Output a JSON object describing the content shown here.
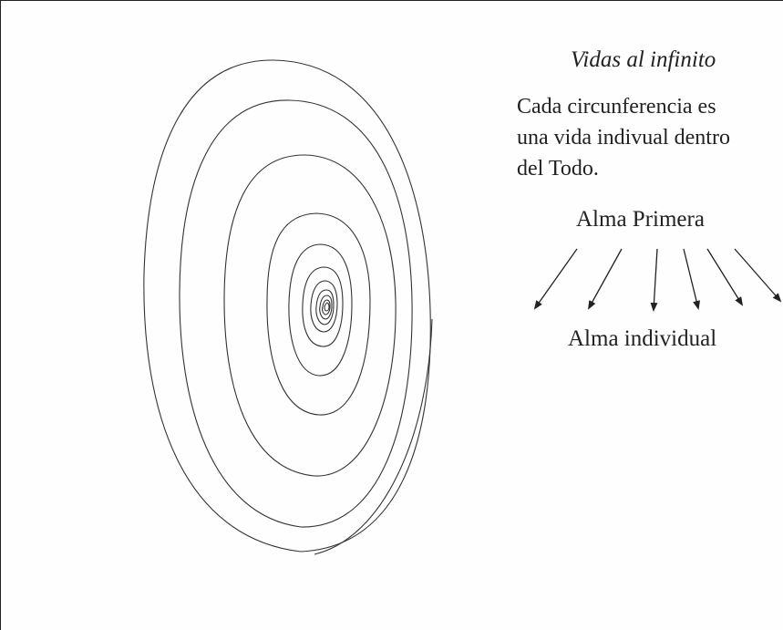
{
  "diagram": {
    "title": "Vidas al infinito",
    "description_lines": [
      "Cada circunferencia  es",
      "una vida indivual dentro",
      "del Todo."
    ],
    "source_label": "Alma Primera",
    "target_label": "Alma individual",
    "arrow_count": 6
  },
  "colors": {
    "ink": "#222222",
    "background": "#fefefe"
  }
}
